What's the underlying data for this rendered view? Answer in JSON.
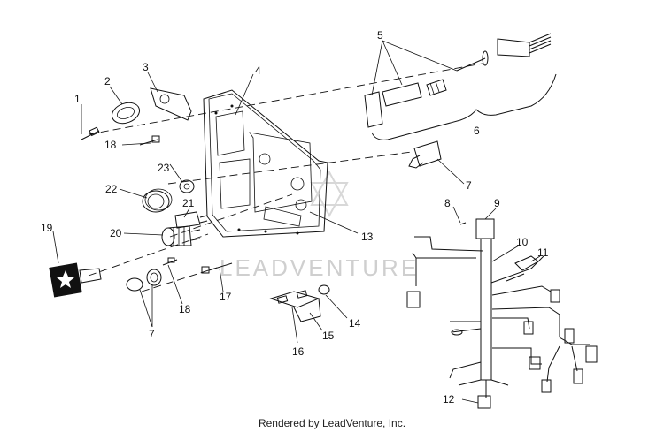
{
  "diagram": {
    "labels": {
      "p1": "1",
      "p2": "2",
      "p3": "3",
      "p4": "4",
      "p5": "5",
      "p6": "6",
      "p7a": "7",
      "p7b": "7",
      "p8": "8",
      "p9": "9",
      "p10": "10",
      "p11": "11",
      "p12": "12",
      "p13": "13",
      "p14": "14",
      "p15": "15",
      "p16": "16",
      "p17": "17",
      "p18a": "18",
      "p18b": "18",
      "p19": "19",
      "p20": "20",
      "p21": "21",
      "p22": "22",
      "p23": "23"
    },
    "watermark": "LEADVENTURE",
    "footer": "Rendered by LeadVenture, Inc."
  }
}
